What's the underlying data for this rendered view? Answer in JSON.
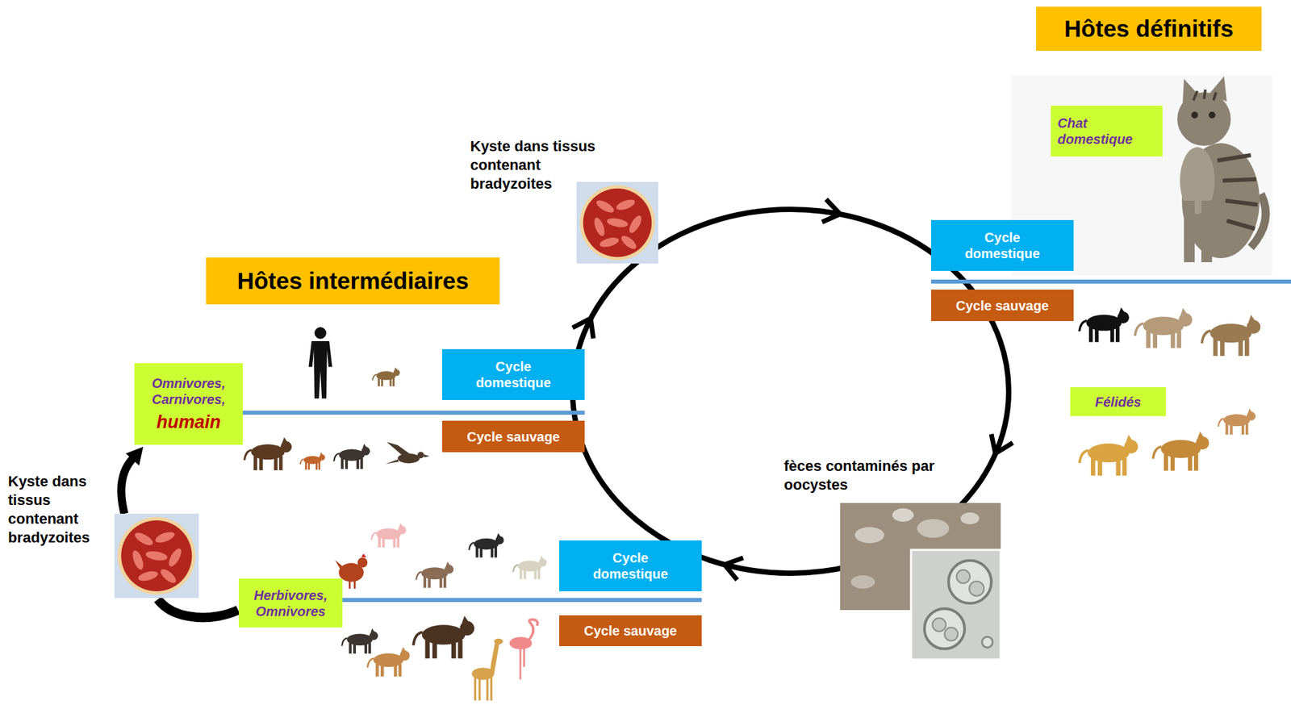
{
  "diagram": {
    "nodes": [
      {
        "text": [
          "Hôtes définitifs"
        ]
      },
      {
        "text": [
          "Chat domestique"
        ]
      },
      {
        "text": [
          "Cycle domestique"
        ]
      },
      {
        "text": [
          "Cycle sauvage"
        ]
      },
      {
        "text": [
          "Félidés"
        ]
      },
      {
        "text": [
          "Hôtes intermédiaires"
        ]
      },
      {
        "text": [
          "Omnivores, Carnivores,",
          "humain"
        ]
      },
      {
        "text": [
          "Cycle domestique"
        ]
      },
      {
        "text": [
          "Cycle sauvage"
        ]
      },
      {
        "text": [
          "Herbivores, Omnivores"
        ]
      },
      {
        "text": [
          "Cycle domestique"
        ]
      },
      {
        "text": [
          "Cycle sauvage"
        ]
      }
    ],
    "labels": [
      "Kyste dans tissus contenant bradyzoites",
      "Kyste dans tissus contenant bradyzoites",
      "fèces contaminés par oocystes"
    ]
  }
}
